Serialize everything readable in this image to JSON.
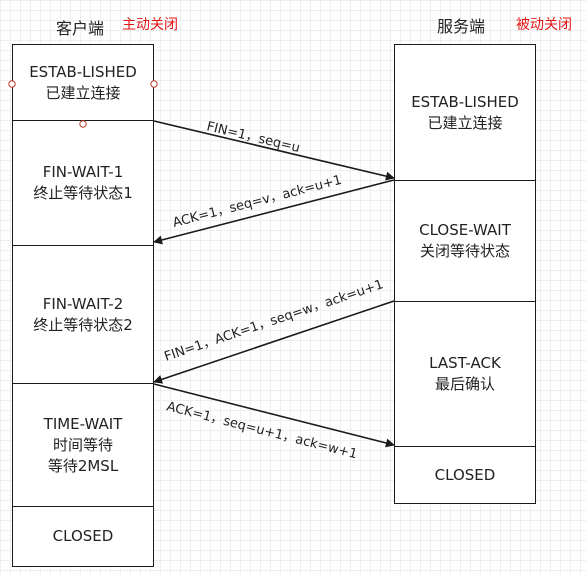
{
  "client": {
    "title": "客户端",
    "role": "主动关闭",
    "states": [
      {
        "lines": [
          "ESTAB-LISHED",
          "已建立连接"
        ]
      },
      {
        "lines": [
          "FIN-WAIT-1",
          "终止等待状态1"
        ]
      },
      {
        "lines": [
          "FIN-WAIT-2",
          "终止等待状态2"
        ]
      },
      {
        "lines": [
          "TIME-WAIT",
          "时间等待",
          "等待2MSL"
        ]
      },
      {
        "lines": [
          "CLOSED"
        ]
      }
    ]
  },
  "server": {
    "title": "服务端",
    "role": "被动关闭",
    "states": [
      {
        "lines": [
          "ESTAB-LISHED",
          "已建立连接"
        ]
      },
      {
        "lines": [
          "CLOSE-WAIT",
          "关闭等待状态"
        ]
      },
      {
        "lines": [
          "LAST-ACK",
          "最后确认"
        ]
      },
      {
        "lines": [
          "CLOSED"
        ]
      }
    ]
  },
  "messages": [
    {
      "label": "FIN=1，seq=u",
      "from": "client",
      "to": "server"
    },
    {
      "label": "ACK=1，seq=v，ack=u+1",
      "from": "server",
      "to": "client"
    },
    {
      "label": "FIN=1，ACK=1，seq=w，ack=u+1",
      "from": "server",
      "to": "client"
    },
    {
      "label": "ACK=1，seq=u+1，ack=w+1",
      "from": "client",
      "to": "server"
    }
  ],
  "colors": {
    "line": "#1a1a1a",
    "role_text": "#e21515",
    "handle": "#c0392b"
  }
}
